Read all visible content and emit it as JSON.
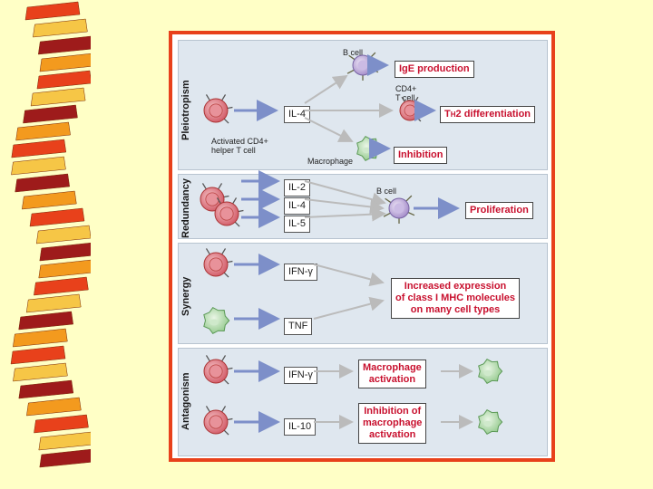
{
  "panels": {
    "pleiotropism": {
      "title": "Pleiotropism",
      "cell_label_line1": "Activated CD4+",
      "cell_label_line2": "helper T cell",
      "cytokine": "IL-4",
      "bcell": "B cell",
      "tcell_line1": "CD4+",
      "tcell_line2": "T cell",
      "macrophage": "Macrophage",
      "effect_ige": "IgE production",
      "effect_th2_prefix": "T",
      "effect_th2_sub": "H",
      "effect_th2_suffix": "2 differentiation",
      "effect_inhibition": "Inhibition"
    },
    "redundancy": {
      "title": "Redundancy",
      "cytokines": [
        "IL-2",
        "IL-4",
        "IL-5"
      ],
      "bcell": "B cell",
      "effect": "Proliferation"
    },
    "synergy": {
      "title": "Synergy",
      "cytokine1": "IFN-γ",
      "cytokine2": "TNF",
      "effect_line1": "Increased expression",
      "effect_line2": "of class I MHC molecules",
      "effect_line3": "on many cell types"
    },
    "antagonism": {
      "title": "Antagonism",
      "cytokine1": "IFN-γ",
      "effect1_line1": "Macrophage",
      "effect1_line2": "activation",
      "cytokine2": "IL-10",
      "effect2_line1": "Inhibition of",
      "effect2_line2": "macrophage",
      "effect2_line3": "activation"
    }
  },
  "colors": {
    "frame": "#E8411B",
    "panel": "#dfe7ef",
    "effect_text": "#C8102E",
    "arrow": "#7d8fc9",
    "tcell": "#d86a74",
    "bcell": "#b9a6d6",
    "macrophage": "#a7d6a1",
    "background": "#FFFFC6"
  }
}
